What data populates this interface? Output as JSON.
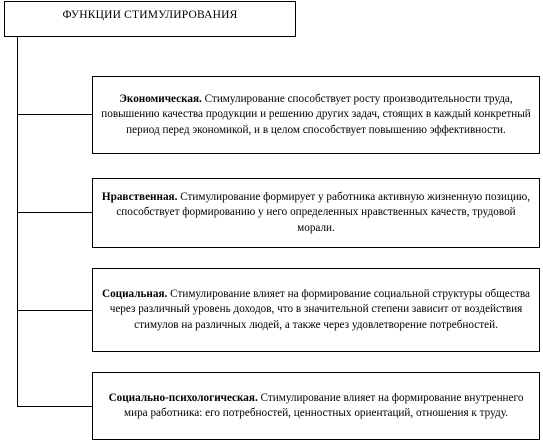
{
  "title": "ФУНКЦИИ СТИМУЛИРОВАНИЯ",
  "functions": [
    {
      "name": "Экономическая.",
      "text": " Стимулирование способствует росту производительности труда, повышению качества продукции и решению других задач, стоящих в каждый конкретный период перед экономикой, и в целом способствует повышению эффективности."
    },
    {
      "name": "Нравственная.",
      "text": " Стимулирование формирует у работника активную жизненную позицию, способствует формированию у него определенных нравственных качеств, трудовой морали."
    },
    {
      "name": "Социальная.",
      "text": " Стимулирование влияет на формирование социальной структуры общества через различный уровень доходов, что в значительной степени зависит от воздействия стимулов на различных людей, а также через удовлетворение потребностей."
    },
    {
      "name": "Социально-психологическая.",
      "text": " Стимулирование влияет на формирование внутреннего мира работника: его потребностей, ценностных ориентаций, отношения к труду."
    }
  ]
}
